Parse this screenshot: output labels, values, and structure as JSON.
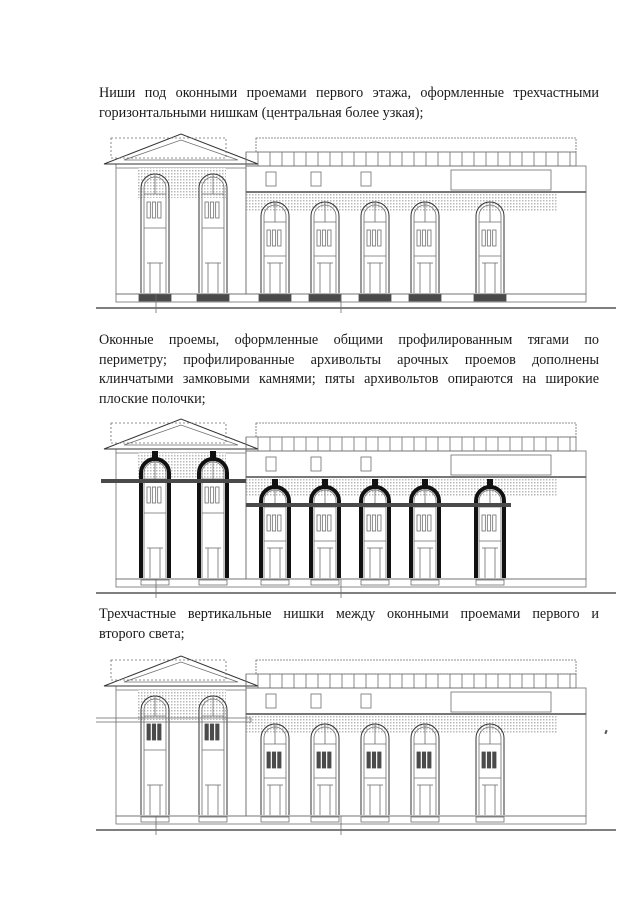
{
  "document": {
    "paragraphs": [
      {
        "id": "p1",
        "lines": [
          "Ниши под оконными проемами первого этажа, оформленные трехчастными",
          "горизонтальными нишкам (центральная более узкая);"
        ]
      },
      {
        "id": "p2",
        "lines": [
          "Оконные проемы, оформленные общими профилированным тягами по",
          "периметру; профилированные архивольты арочных проемов дополнены",
          "клинчатыми замковыми камнями; пяты архивольтов опираются на широкие",
          "плоские полочки;"
        ]
      },
      {
        "id": "p3",
        "lines": [
          "Трехчастные вертикальные нишки между оконными проемами первого и",
          "второго света;"
        ]
      }
    ],
    "figures": [
      {
        "id": "fig1",
        "caption_ref": "p1",
        "highlight": "under-window-niches",
        "description": "Facade elevation with pedimented portico (2 tall arched windows) and right wing with 5 arched windows; niches under windows shaded dark"
      },
      {
        "id": "fig2",
        "caption_ref": "p2",
        "highlight": "archivolts-and-bands",
        "description": "Same facade elevation with window archivolts, keystones and impost bands drawn in bold black"
      },
      {
        "id": "fig3",
        "caption_ref": "p3",
        "highlight": "vertical-niches",
        "description": "Same facade elevation with three-part vertical niches between first and second light windows shaded dark"
      }
    ]
  },
  "colors": {
    "ink": "#1a1a1a",
    "line": "#6e6e6e",
    "hatch": "#b9b9b9",
    "highlight": "#4a4a4a",
    "bold": "#111111"
  }
}
